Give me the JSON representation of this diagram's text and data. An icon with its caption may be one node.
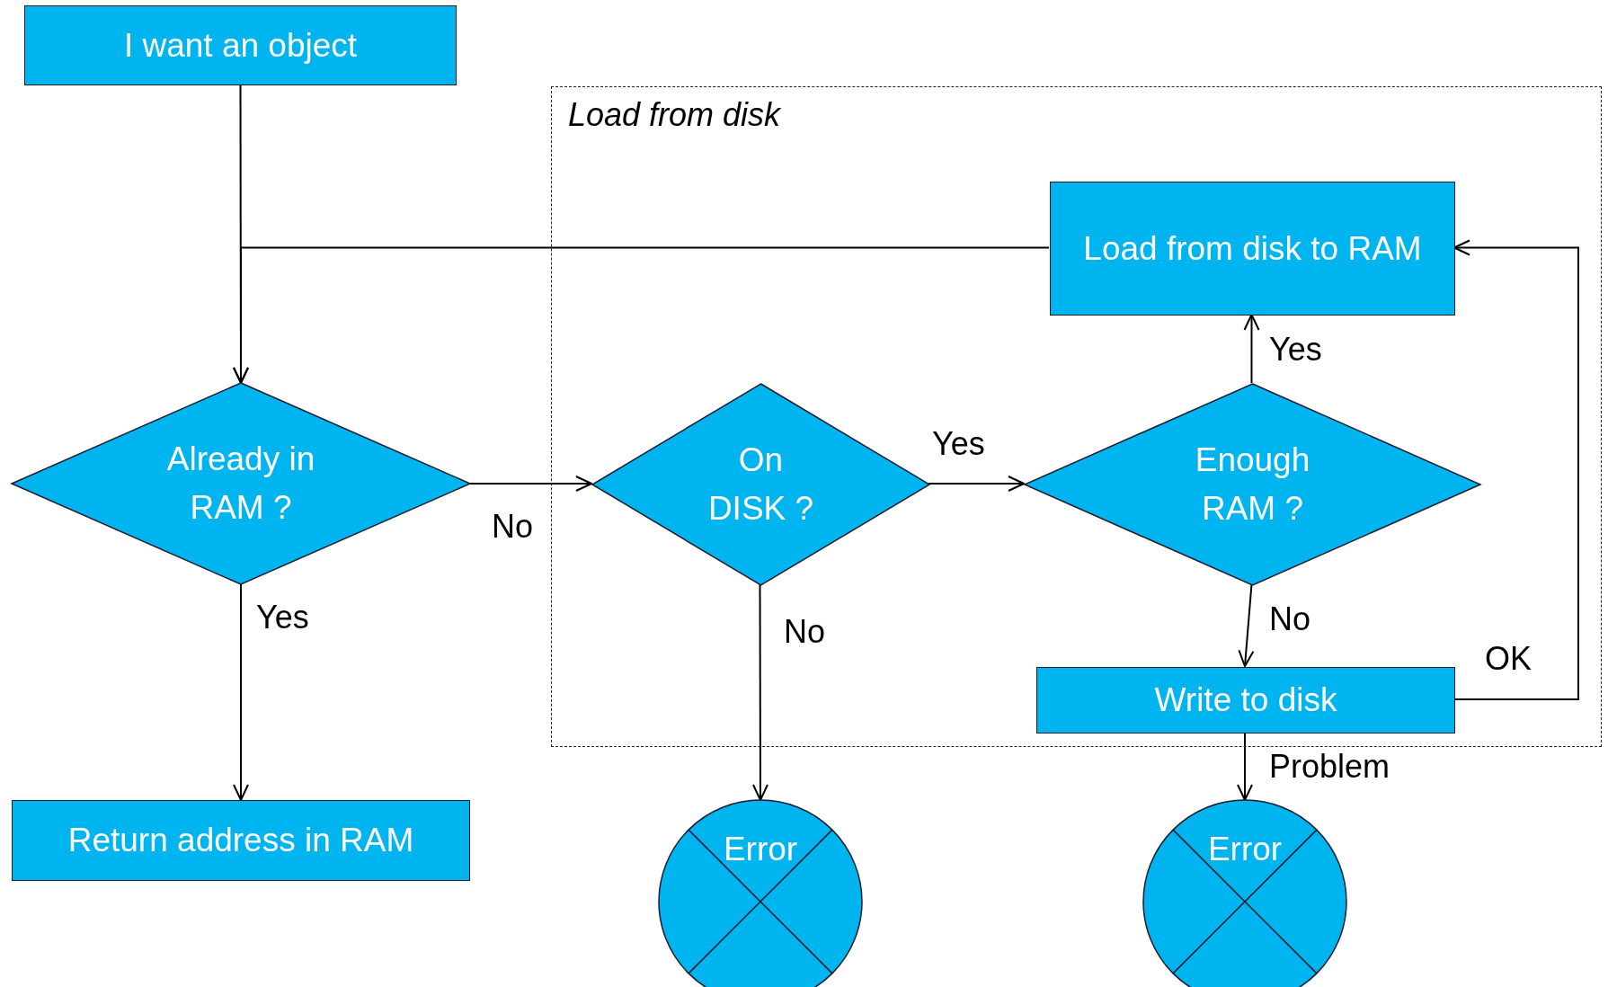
{
  "diagram": {
    "nodes": [
      {
        "text": [
          "I want an object"
        ]
      },
      {
        "text": [
          "Load from disk"
        ]
      },
      {
        "text": [
          "Load from disk to RAM"
        ],
        "in": 1
      },
      {
        "text": [
          "Already in RAM ?"
        ]
      },
      {
        "text": [
          "On DISK ?"
        ],
        "in": 1
      },
      {
        "text": [
          "Enough RAM ?"
        ],
        "in": 1
      },
      {
        "text": [
          "Write to disk"
        ],
        "in": 1
      },
      {
        "text": [
          "Return address in RAM"
        ]
      },
      {
        "text": [
          "Error"
        ]
      },
      {
        "text": [
          "Error"
        ]
      }
    ],
    "edges": [
      {
        "from": 0,
        "to": 3,
        "arrow": "to"
      },
      {
        "from": 2,
        "to": 3,
        "arrow": "to"
      },
      {
        "from": 3,
        "to": 4,
        "arrow": "to",
        "label": "No"
      },
      {
        "from": 3,
        "to": 7,
        "arrow": "to",
        "label": "Yes"
      },
      {
        "from": 4,
        "to": 5,
        "arrow": "to",
        "label": "Yes"
      },
      {
        "from": 4,
        "to": 8,
        "arrow": "to",
        "label": "No"
      },
      {
        "from": 5,
        "to": 2,
        "arrow": "to",
        "label": "Yes"
      },
      {
        "from": 5,
        "to": 6,
        "arrow": "to",
        "label": "No"
      },
      {
        "from": 6,
        "to": 2,
        "arrow": "to",
        "label": "OK"
      },
      {
        "from": 6,
        "to": 9,
        "arrow": "to",
        "label": "Problem"
      }
    ]
  }
}
